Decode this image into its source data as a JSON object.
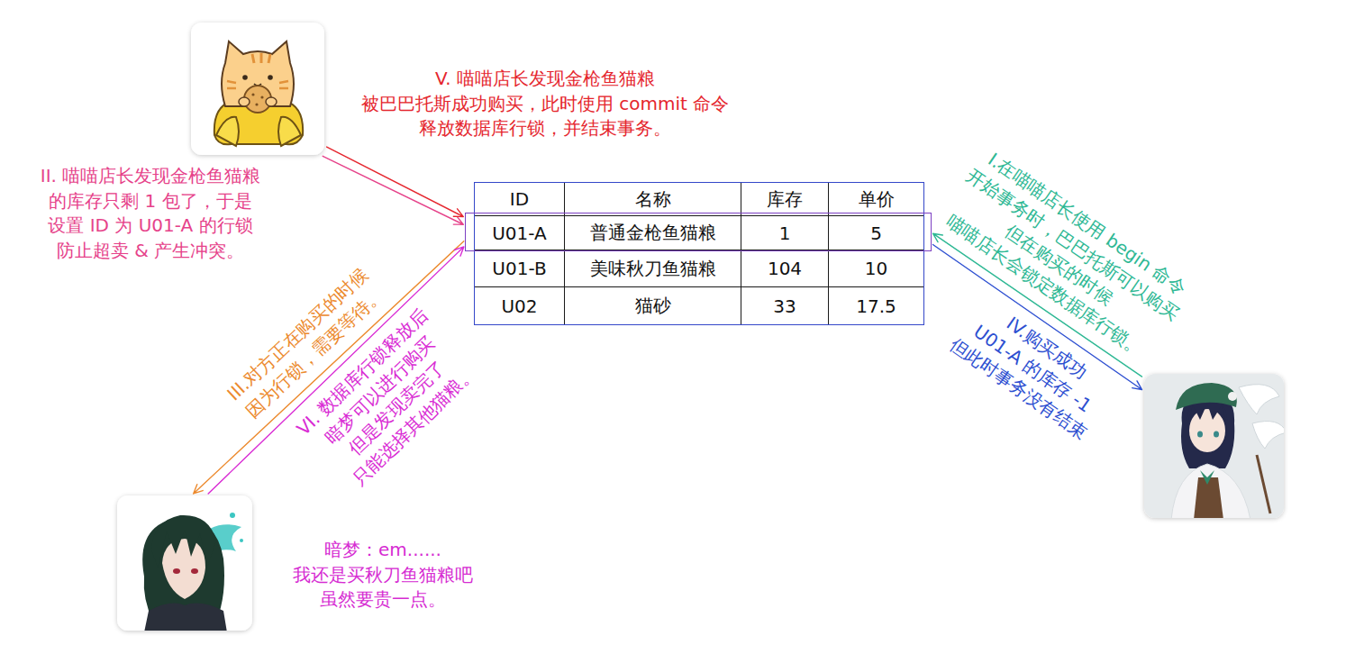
{
  "diagram": {
    "nodes": [
      {
        "text": []
      },
      {
        "text": [
          "ID",
          "名称",
          "库存",
          "单价",
          "U01-B",
          "美味秋刀鱼猫粮",
          "104",
          "10",
          "U02",
          "猫砂",
          "33",
          "17.5"
        ]
      },
      {
        "text": [
          "U01-A",
          "普通金枪鱼猫粮",
          "1",
          "5"
        ],
        "in": 1
      },
      {
        "text": []
      },
      {
        "text": []
      }
    ],
    "edges": [
      {
        "from": 3,
        "to": 2,
        "arrow": "to",
        "label": "I.在喵喵店长使用 begin 命令 开始事务时，巴巴托斯可以购买 但在购买的时候 喵喵店长会锁定数据库行锁。"
      },
      {
        "from": 0,
        "to": 2,
        "arrow": "to",
        "label": "II. 喵喵店长发现金枪鱼猫粮 的库存只剩 1 包了，于是 设置 ID 为 U01-A 的行锁 防止超卖 & 产生冲突。"
      },
      {
        "from": 2,
        "to": 4,
        "arrow": "to",
        "label": "III.对方正在购买的时候 因为行锁，需要等待。"
      },
      {
        "from": 2,
        "to": 3,
        "arrow": "to",
        "label": "IV.购买成功 U01-A 的库存 -1 但此时事务没有结束"
      },
      {
        "from": 0,
        "to": 2,
        "arrow": "to",
        "label": "V. 喵喵店长发现金枪鱼猫粮 被巴巴托斯成功购买，此时使用 commit 命令 释放数据库行锁，并结束事务。"
      },
      {
        "from": 4,
        "to": 2,
        "arrow": "to",
        "label": "VI. 数据库行锁释放后 暗梦可以进行购买 但是发现卖完了 只能选择其他猫粮。"
      }
    ],
    "labels": [
      "暗梦：em...... 我还是买秋刀鱼猫粮吧 虽然要贵一点。"
    ]
  }
}
